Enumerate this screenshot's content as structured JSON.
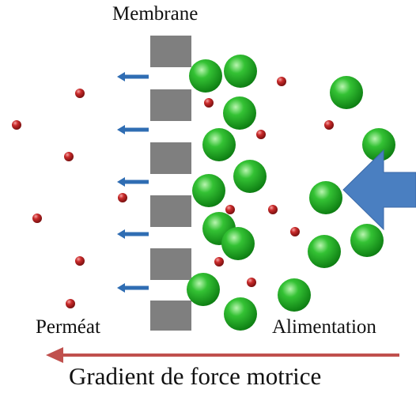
{
  "labels": {
    "membrane": "Membrane",
    "permeate": "Perméat",
    "feed": "Alimentation",
    "gradient": "Gradient de force motrice"
  },
  "colors": {
    "membrane_block": "#7f7f7f",
    "large_molecule": "#1fb51f",
    "small_molecule": "#c0282a",
    "permeation_arrow": "#2f6db3",
    "feed_arrow": "#4a7fc1",
    "gradient_arrow": "#c0504d"
  },
  "icons": {
    "feed_arrow": "big-left-arrow-icon",
    "permeation_arrow": "small-left-arrow-icon",
    "gradient_arrow": "long-left-arrow-icon"
  }
}
